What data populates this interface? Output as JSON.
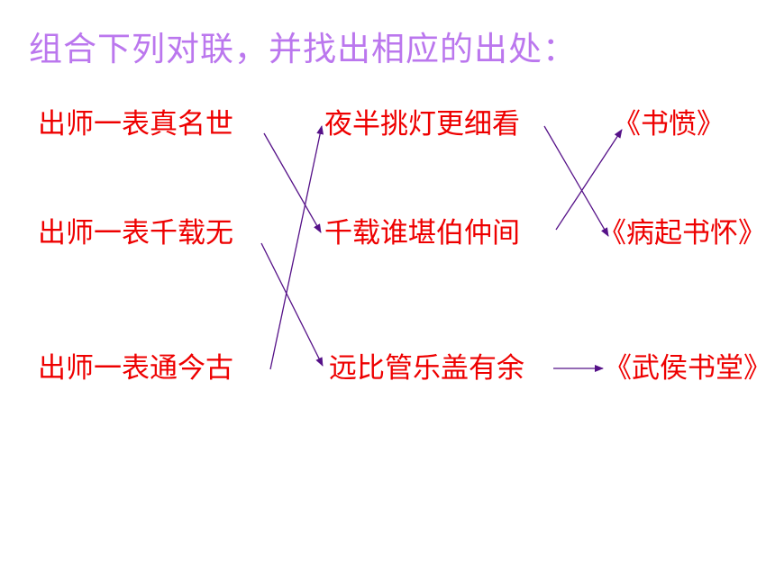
{
  "title": "组合下列对联，并找出相应的出处：",
  "colors": {
    "title": "#bb77ee",
    "text": "#ee0000",
    "line": "#551188"
  },
  "first_lines": [
    "出师一表真名世",
    "出师一表千载无",
    "出师一表通今古"
  ],
  "second_lines": [
    "夜半挑灯更细看",
    "千载谁堪伯仲间",
    "远比管乐盖有余"
  ],
  "sources": [
    "《书愤》",
    "《病起书怀》",
    "《武侯书堂》"
  ],
  "matches": [
    {
      "from": "出师一表真名世",
      "to": "千载谁堪伯仲间"
    },
    {
      "from": "出师一表千载无",
      "to": "远比管乐盖有余"
    },
    {
      "from": "出师一表通今古",
      "to": "夜半挑灯更细看"
    },
    {
      "from": "夜半挑灯更细看",
      "to": "《病起书怀》"
    },
    {
      "from": "千载谁堪伯仲间",
      "to": "《书愤》"
    },
    {
      "from": "远比管乐盖有余",
      "to": "《武侯书堂》"
    }
  ]
}
